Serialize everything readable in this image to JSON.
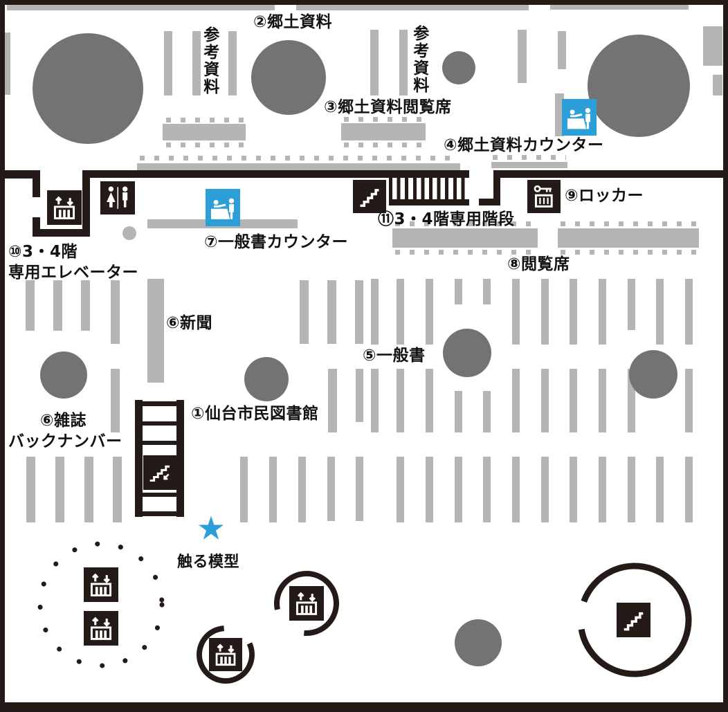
{
  "map": {
    "labels": {
      "library": "①仙台市民図書館",
      "kyodo": "②郷土資料",
      "kyodo_seats": "③郷土資料閲覧席",
      "kyodo_counter": "④郷土資料カウンター",
      "general": "⑤一般書",
      "newspaper": "⑥新聞",
      "magazine1": "⑥雑誌",
      "magazine2": "バックナンバー",
      "general_counter": "⑦一般書カウンター",
      "seats": "⑧閲覧席",
      "locker": "⑨ロッカー",
      "elevator1": "⑩3・4階",
      "elevator2": "専用エレベーター",
      "stairs": "⑪3・4階専用階段",
      "reference": "参考資料",
      "model": "触る模型"
    },
    "icons": {
      "elevator": "elevator-icon",
      "stairs": "stairs-icon",
      "restroom": "restroom-icon",
      "service_counter": "counter-icon",
      "locker": "locker-icon",
      "escalator_down": "escalator-icon",
      "touch_model": "star-icon"
    },
    "colors": {
      "wall": "#241a17",
      "shelf": "#b5b5b6",
      "pillar": "#737373",
      "blue": "#2d9fd8",
      "text": "#121212",
      "bg": "#ffffff"
    },
    "geometry": {
      "walls": [
        [
          0,
          0,
          1052,
          7
        ],
        [
          0,
          0,
          7,
          1029
        ],
        [
          1045,
          0,
          7,
          1029
        ],
        [
          0,
          1015,
          1052,
          14
        ],
        [
          7,
          246,
          51,
          12
        ],
        [
          47,
          258,
          11,
          27
        ],
        [
          47,
          314,
          11,
          28
        ],
        [
          47,
          331,
          83,
          11
        ],
        [
          119,
          246,
          11,
          96
        ],
        [
          130,
          246,
          548,
          11
        ],
        [
          562,
          288,
          116,
          9
        ],
        [
          713,
          246,
          10,
          51
        ],
        [
          692,
          287,
          31,
          10
        ],
        [
          713,
          246,
          332,
          11
        ],
        [
          195,
          578,
          11,
          169
        ],
        [
          255,
          578,
          11,
          169
        ],
        [
          203,
          580,
          55,
          7
        ],
        [
          203,
          609,
          55,
          6
        ],
        [
          203,
          637,
          55,
          6
        ],
        [
          203,
          712,
          55,
          6
        ],
        [
          203,
          739,
          55,
          7
        ]
      ],
      "shelves_h": [
        [
          10,
          6,
          387,
          9
        ],
        [
          428,
          6,
          336,
          9
        ],
        [
          795,
          5,
          200,
          9
        ],
        [
          198,
          236,
          467,
          10
        ],
        [
          710,
          234,
          110,
          9
        ],
        [
          213,
          317,
          217,
          13
        ]
      ],
      "shelves_v": [
        [
          7,
          47,
          8,
          90
        ],
        [
          237,
          45,
          12,
          93
        ],
        [
          278,
          45,
          12,
          93
        ],
        [
          330,
          45,
          12,
          93
        ],
        [
          535,
          43,
          12,
          95
        ],
        [
          577,
          43,
          12,
          95
        ],
        [
          748,
          43,
          13,
          77
        ],
        [
          806,
          45,
          12,
          55
        ],
        [
          802,
          135,
          13,
          62
        ],
        [
          1016,
          38,
          28,
          57
        ],
        [
          1030,
          108,
          14,
          30
        ],
        [
          37,
          405,
          13,
          73
        ],
        [
          77,
          405,
          13,
          73
        ],
        [
          117,
          405,
          13,
          73
        ],
        [
          160,
          405,
          13,
          92
        ],
        [
          213,
          403,
          24,
          150
        ],
        [
          433,
          405,
          13,
          92
        ],
        [
          473,
          405,
          13,
          92
        ],
        [
          513,
          405,
          12,
          92
        ],
        [
          536,
          403,
          11,
          95
        ],
        [
          573,
          403,
          11,
          95
        ],
        [
          615,
          403,
          11,
          95
        ],
        [
          657,
          403,
          11,
          37
        ],
        [
          698,
          403,
          11,
          37
        ],
        [
          740,
          403,
          11,
          95
        ],
        [
          782,
          403,
          11,
          95
        ],
        [
          823,
          403,
          11,
          95
        ],
        [
          865,
          403,
          11,
          95
        ],
        [
          907,
          403,
          11,
          74
        ],
        [
          948,
          403,
          11,
          95
        ],
        [
          990,
          403,
          11,
          95
        ],
        [
          160,
          533,
          13,
          92
        ],
        [
          474,
          533,
          13,
          92
        ],
        [
          514,
          533,
          11,
          77
        ],
        [
          536,
          533,
          11,
          92
        ],
        [
          573,
          533,
          11,
          92
        ],
        [
          615,
          533,
          11,
          92
        ],
        [
          657,
          565,
          11,
          60
        ],
        [
          698,
          565,
          11,
          60
        ],
        [
          740,
          533,
          11,
          92
        ],
        [
          782,
          533,
          11,
          92
        ],
        [
          823,
          533,
          11,
          92
        ],
        [
          865,
          533,
          11,
          92
        ],
        [
          907,
          533,
          11,
          92
        ],
        [
          990,
          533,
          11,
          92
        ],
        [
          38,
          660,
          13,
          95
        ],
        [
          80,
          660,
          13,
          95
        ],
        [
          122,
          660,
          13,
          95
        ],
        [
          163,
          660,
          13,
          95
        ],
        [
          347,
          660,
          11,
          95
        ],
        [
          389,
          660,
          11,
          95
        ],
        [
          431,
          660,
          11,
          95
        ],
        [
          473,
          660,
          11,
          93
        ],
        [
          514,
          660,
          11,
          93
        ],
        [
          573,
          660,
          11,
          95
        ],
        [
          615,
          660,
          11,
          95
        ],
        [
          657,
          660,
          11,
          95
        ],
        [
          698,
          660,
          11,
          95
        ],
        [
          740,
          660,
          11,
          95
        ],
        [
          782,
          660,
          11,
          95
        ],
        [
          823,
          660,
          11,
          95
        ],
        [
          865,
          660,
          11,
          95
        ],
        [
          907,
          660,
          11,
          95
        ],
        [
          948,
          660,
          11,
          95
        ],
        [
          990,
          660,
          11,
          95
        ]
      ],
      "tables": [
        [
          235,
          179,
          120,
          24
        ],
        [
          493,
          178,
          122,
          25
        ],
        [
          567,
          330,
          210,
          28
        ],
        [
          806,
          330,
          204,
          28
        ]
      ],
      "chair_dot_rows": [
        [
          240,
          170,
          112
        ],
        [
          240,
          206,
          112
        ],
        [
          497,
          169,
          114
        ],
        [
          497,
          206,
          114
        ],
        [
          202,
          225,
          458
        ],
        [
          712,
          224,
          106
        ],
        [
          571,
          320,
          202
        ],
        [
          571,
          361,
          202
        ],
        [
          810,
          320,
          196
        ],
        [
          810,
          361,
          196
        ]
      ],
      "pillars": [
        [
          47,
          48,
          160
        ],
        [
          363,
          58,
          108
        ],
        [
          639,
          74,
          48
        ],
        [
          849,
          50,
          148
        ],
        [
          58,
          508,
          68
        ],
        [
          353,
          516,
          64
        ],
        [
          640,
          475,
          70
        ],
        [
          909,
          506,
          70
        ],
        [
          657,
          895,
          68
        ]
      ]
    }
  }
}
